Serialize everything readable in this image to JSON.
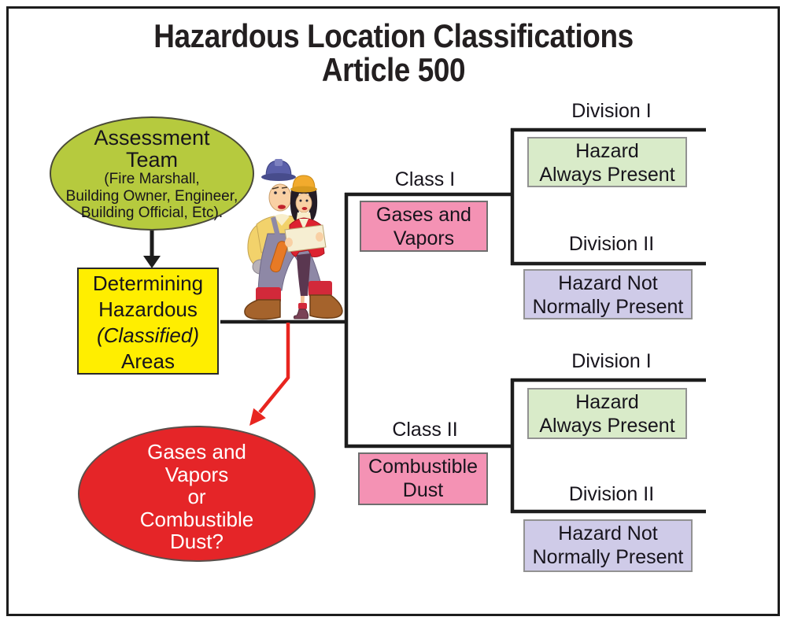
{
  "title": {
    "line1": "Hazardous Location Classifications",
    "line2": "Article 500"
  },
  "assessment": {
    "heading_lines": [
      "Assessment",
      "Team"
    ],
    "detail_lines": [
      "(Fire Marshall,",
      "Building Owner, Engineer,",
      "Building Official, Etc)."
    ]
  },
  "determining": {
    "lines": [
      "Determining",
      "Hazardous",
      "(Classified)",
      "Areas"
    ]
  },
  "question": {
    "lines": [
      "Gases and",
      "Vapors",
      "or",
      "Combustible",
      "Dust?"
    ]
  },
  "branches": [
    {
      "class_label": "Class I",
      "material_lines": [
        "Gases and",
        "Vapors"
      ],
      "divisions": [
        {
          "label": "Division I",
          "hazard_lines": [
            "Hazard",
            "Always Present"
          ]
        },
        {
          "label": "Division II",
          "hazard_lines": [
            "Hazard Not",
            "Normally Present"
          ]
        }
      ]
    },
    {
      "class_label": "Class II",
      "material_lines": [
        "Combustible",
        "Dust"
      ],
      "divisions": [
        {
          "label": "Division I",
          "hazard_lines": [
            "Hazard",
            "Always Present"
          ]
        },
        {
          "label": "Division II",
          "hazard_lines": [
            "Hazard Not",
            "Normally Present"
          ]
        }
      ]
    }
  ],
  "illustration": "construction-workers",
  "colors": {
    "assessment_fill": "#b6ca3e",
    "determining_fill": "#ffee00",
    "question_fill": "#e52528",
    "question_text": "#ffffff",
    "material_box_fill": "#f492b4",
    "division1_box_fill": "#d9ebc9",
    "division2_box_fill": "#cfcbe8",
    "connector_line": "#1d1d1d",
    "red_arrow": "#e8251f"
  }
}
